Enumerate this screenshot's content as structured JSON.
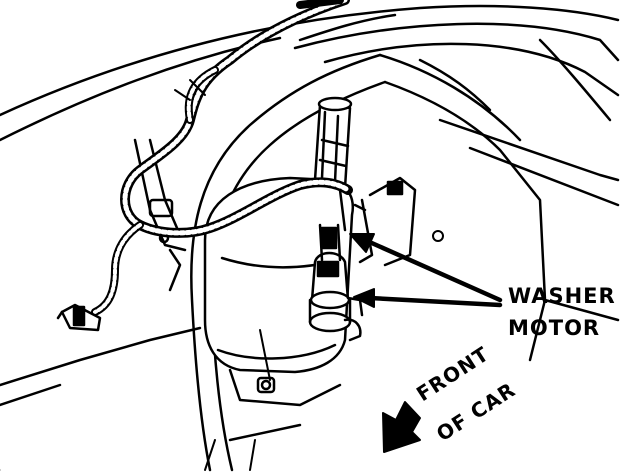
{
  "callout": {
    "line1": "WASHER",
    "line2": "MOTOR"
  },
  "direction": {
    "line1": "FRONT",
    "line2": "OF CAR",
    "arrow_icon": "arrow-down-left-icon"
  },
  "colors": {
    "ink": "#000000",
    "paper": "#ffffff"
  }
}
